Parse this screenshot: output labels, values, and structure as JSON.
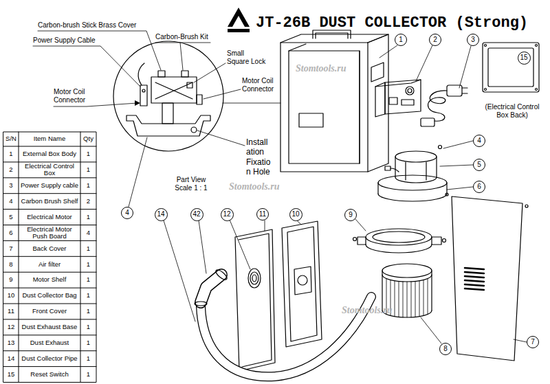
{
  "diagram": {
    "title": "JT-26B DUST COLLECTOR (Strong)",
    "nodes": [
      {
        "text": [
          "1"
        ]
      },
      {
        "text": [
          "2"
        ]
      },
      {
        "text": [
          "3"
        ]
      },
      {
        "text": [
          "15"
        ]
      },
      {
        "text": [
          "4"
        ]
      },
      {
        "text": [
          "5"
        ]
      },
      {
        "text": [
          "6"
        ]
      },
      {
        "text": [
          "4"
        ]
      },
      {
        "text": [
          "14"
        ]
      },
      {
        "text": [
          "42"
        ]
      },
      {
        "text": [
          "12"
        ]
      },
      {
        "text": [
          "11"
        ]
      },
      {
        "text": [
          "10"
        ]
      },
      {
        "text": [
          "9"
        ]
      },
      {
        "text": [
          "7"
        ]
      },
      {
        "text": [
          "8"
        ]
      }
    ],
    "labels": [
      "Carbon-brush Stick Brass Cover",
      "Power Supply Cable",
      "Carbon-Brush Kit",
      "Small Square Lock",
      "Motor Coil Connector",
      "Motor Coil Connector",
      "Install ation Fixatio n Hole",
      "Part View Scale 1 : 1",
      "(Electrical Control Box Back)",
      "Stomtools.ru",
      "Stomtools.ru",
      "Stomtools.ru",
      "S/N",
      "Item Name",
      "Qty",
      "1",
      "External Box Body",
      "1",
      "2",
      "Electrical Control Box",
      "1",
      "3",
      "Power Supply cable",
      "1",
      "4",
      "Carbon Brush Shelf",
      "2",
      "5",
      "Electrical Motor",
      "1",
      "6",
      "Electrical Motor Push Board",
      "4",
      "7",
      "Back Cover",
      "1",
      "8",
      "Air filter",
      "1",
      "9",
      "Motor Shelf",
      "1",
      "10",
      "Dust Collector Bag",
      "1",
      "11",
      "Front Cover",
      "1",
      "12",
      "Dust Exhaust Base",
      "1",
      "13",
      "Dust Exhaust",
      "1",
      "14",
      "Dust Collector Pipe",
      "1",
      "15",
      "Reset Switch",
      "1"
    ]
  }
}
